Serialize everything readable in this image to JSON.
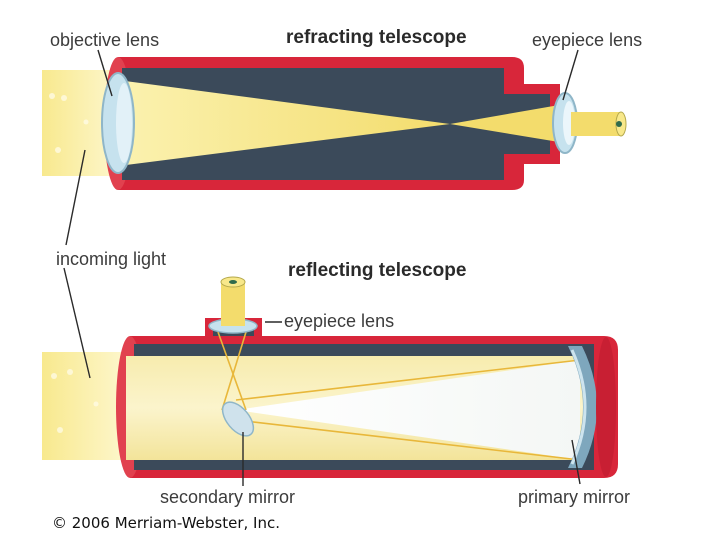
{
  "refracting": {
    "title": "refracting telescope",
    "objective_label": "objective lens",
    "eyepiece_label": "eyepiece lens"
  },
  "reflecting": {
    "title": "reflecting telescope",
    "eyepiece_label": "eyepiece lens",
    "secondary_label": "secondary mirror",
    "primary_label": "primary mirror"
  },
  "incoming_label": "incoming light",
  "copyright": "© 2006 Merriam-Webster, Inc.",
  "colors": {
    "tube_red": "#d8263a",
    "tube_dark": "#3b4a5a",
    "light_yellow": "#f6e98f",
    "glass_blue": "#b9d8e6"
  }
}
